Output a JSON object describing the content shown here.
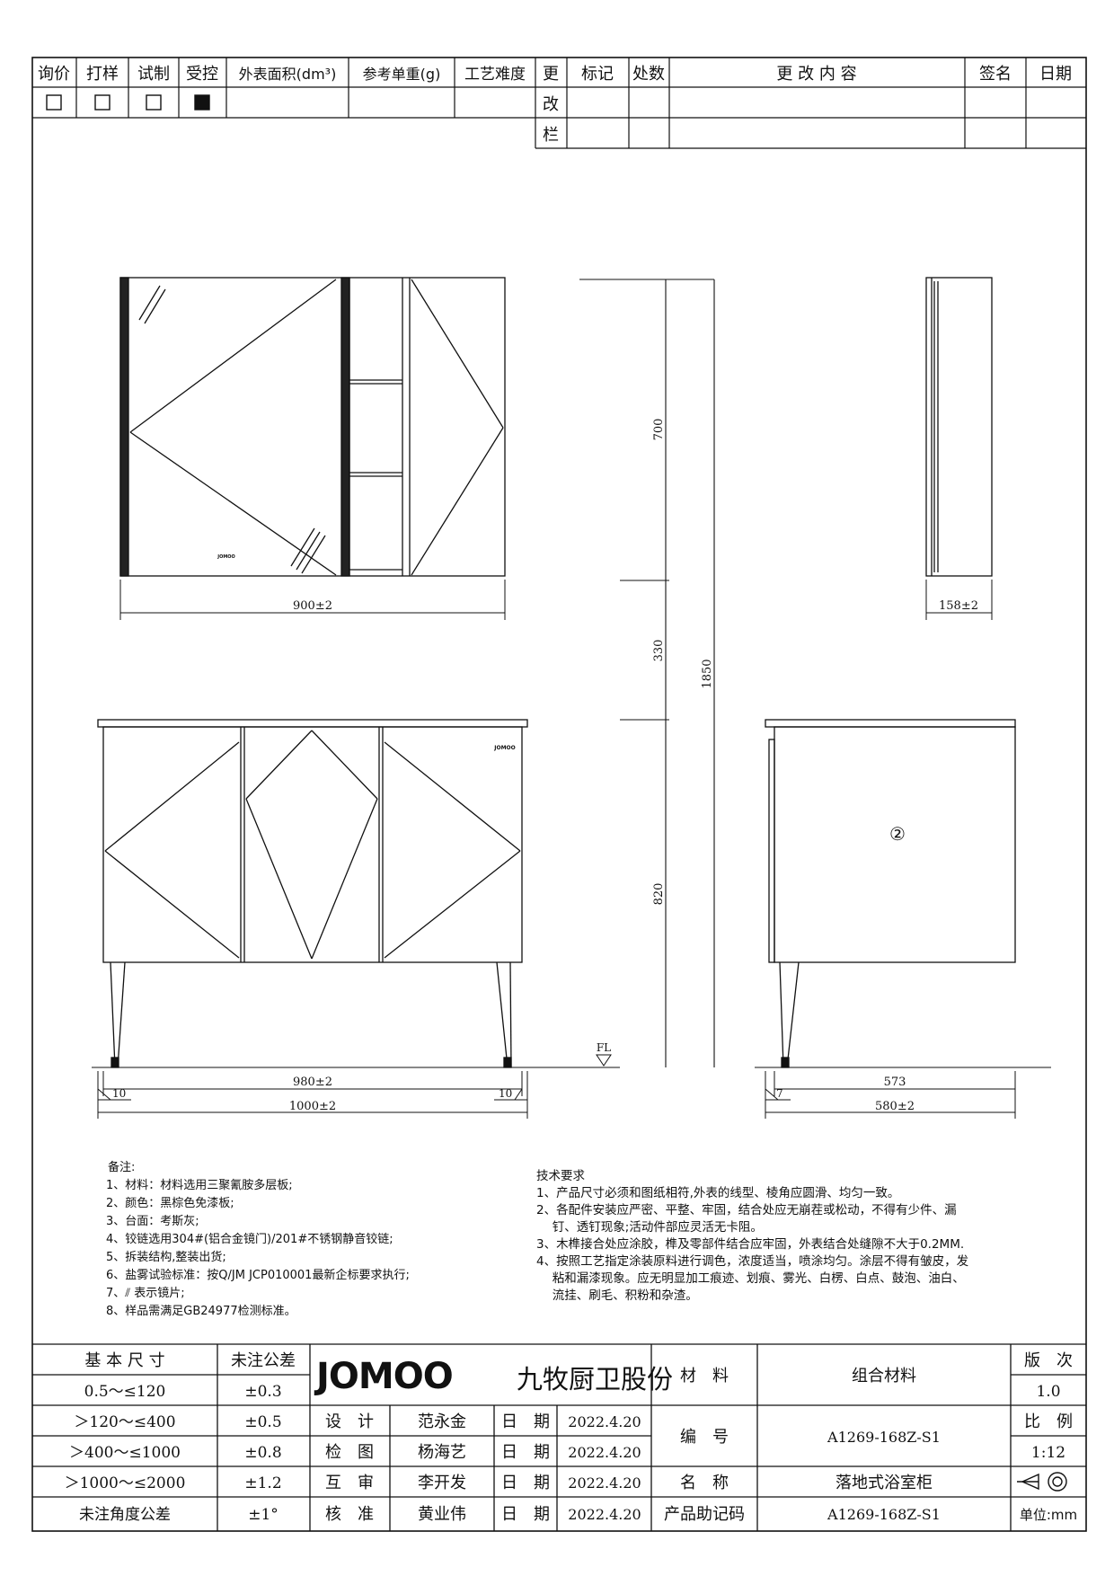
{
  "header_table": {
    "columns": [
      "询价",
      "打样",
      "试制",
      "受控",
      "外表面积(dm³)",
      "参考单重(g)",
      "工艺难度"
    ],
    "checked": [
      false,
      false,
      false,
      true
    ],
    "change_label": [
      "更",
      "改",
      "栏"
    ],
    "change_columns": [
      "标记",
      "处数",
      "更 改 内 容",
      "签名",
      "日期"
    ]
  },
  "dimensions": {
    "mirror_width": "900±2",
    "mirror_depth": "158±2",
    "h_700": "700",
    "h_330": "330",
    "h_820": "820",
    "h_total": "1850",
    "cabinet_inner": "980±2",
    "cabinet_overall": "1000±2",
    "offset_left": "10",
    "offset_right": "10",
    "side_inner": "573",
    "side_overall": "580±2",
    "side_offset": "7",
    "floor_label": "FL",
    "part_number": "②",
    "cabinet_logo": "JOMOO",
    "mirror_logo": "JOMOO"
  },
  "notes": {
    "title": "备注:",
    "items": [
      "1、材料：材料选用三聚氰胺多层板;",
      "2、颜色：黑棕色免漆板;",
      "3、台面：考斯灰;",
      "4、铰链选用304#(铝合金镜门)/201#不锈钢静音铰链;",
      "5、拆装结构,整装出货;",
      "6、盐雾试验标准：按Q/JM JCP010001最新企标要求执行;",
      "7、⫽ 表示镜片;",
      "8、样品需满足GB24977检测标准。"
    ]
  },
  "tech": {
    "title": "技术要求",
    "items": [
      "1、产品尺寸必须和图纸相符,外表的线型、棱角应圆滑、均匀一致。",
      "2、各配件安装应严密、平整、牢固，结合处应无崩茬或松动，不得有少件、漏",
      "　 钉、透钉现象;活动件部应灵活无卡阻。",
      "3、木榫接合处应涂胶，榫及零部件结合应牢固，外表结合处缝隙不大于0.2MM.",
      "4、按照工艺指定涂装原料进行调色，浓度适当，喷涂均匀。涂层不得有皱皮，发",
      "　 粘和漏漆现象。应无明显加工痕迹、划痕、雾光、白楞、白点、鼓泡、油白、",
      "　 流挂、刷毛、积粉和杂渣。"
    ]
  },
  "title_block": {
    "basic_size_label": "基 本 尺 寸",
    "tol_label": "未注公差",
    "tolerances": [
      {
        "range": "0.5～≤120",
        "tol": "±0.3"
      },
      {
        "range": "＞120～≤400",
        "tol": "±0.5"
      },
      {
        "range": "＞400～≤1000",
        "tol": "±0.8"
      },
      {
        "range": "＞1000～≤2000",
        "tol": "±1.2"
      },
      {
        "range": "未注角度公差",
        "tol": "±1°"
      }
    ],
    "brand_logo": "JOMOO",
    "brand_cn": "九牧厨卫股份",
    "signers": [
      {
        "role": "设　计",
        "name": "范永金",
        "date_label": "日　期",
        "date": "2022.4.20"
      },
      {
        "role": "检　图",
        "name": "杨海艺",
        "date_label": "日　期",
        "date": "2022.4.20"
      },
      {
        "role": "互　审",
        "name": "李开发",
        "date_label": "日　期",
        "date": "2022.4.20"
      },
      {
        "role": "核　准",
        "name": "黄业伟",
        "date_label": "日　期",
        "date": "2022.4.20"
      }
    ],
    "material_label": "材　料",
    "material_value": "组合材料",
    "number_label": "编　号",
    "number_value": "A1269-168Z-S1",
    "name_label": "名　称",
    "name_value": "落地式浴室柜",
    "code_label": "产品助记码",
    "code_value": "A1269-168Z-S1",
    "version_label": "版　次",
    "version_value": "1.0",
    "scale_label": "比　例",
    "scale_value": "1:12",
    "unit_label": "单位:mm"
  }
}
